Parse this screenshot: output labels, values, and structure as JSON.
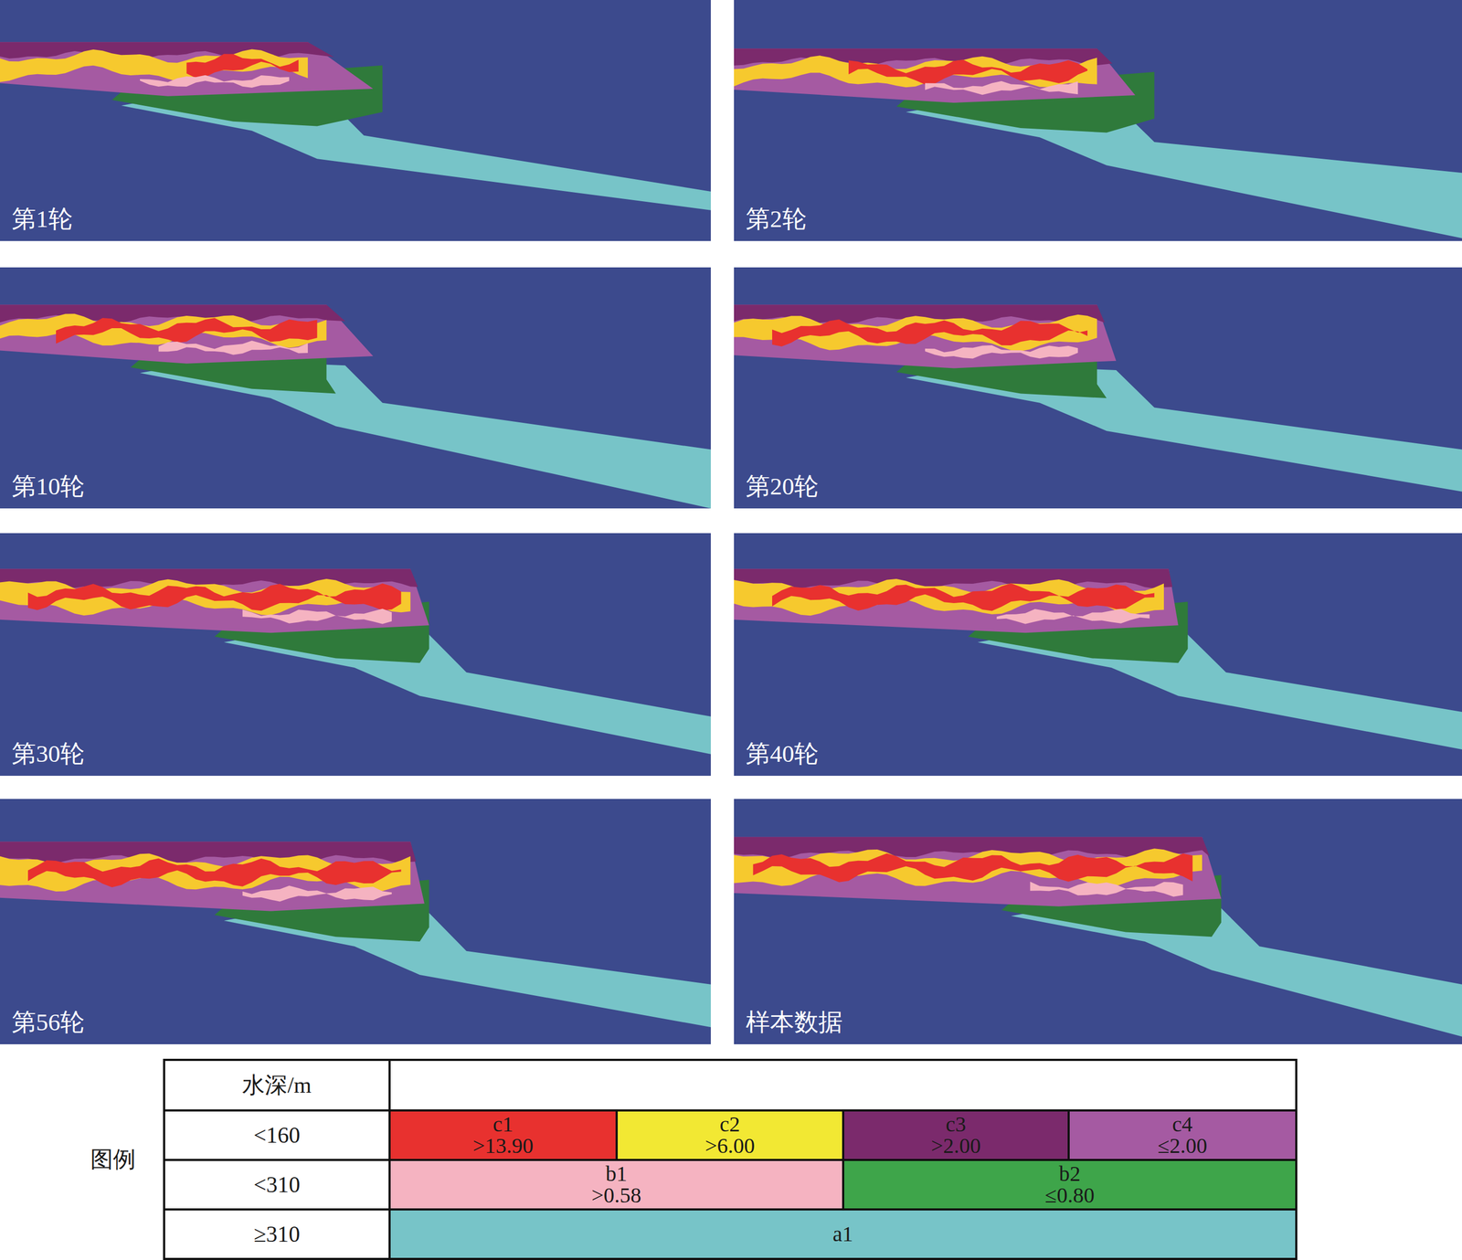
{
  "diagram": {
    "nodes": [
      {
        "text": [
          "第1轮"
        ]
      },
      {
        "text": [
          "第2轮"
        ]
      },
      {
        "text": [
          "第10轮"
        ]
      },
      {
        "text": [
          "第20轮"
        ]
      },
      {
        "text": [
          "第30轮"
        ]
      },
      {
        "text": [
          "第40轮"
        ]
      },
      {
        "text": [
          "第56轮"
        ]
      },
      {
        "text": [
          "样本数据"
        ]
      }
    ],
    "labels": [
      "水深/m",
      "<160",
      "<310",
      "≥310",
      "图例"
    ],
    "legend": [
      {
        "text": "c1 >13.90",
        "color": "#e8312f"
      },
      {
        "text": "c2 >6.00",
        "color": "#f2e833"
      },
      {
        "text": "c3 >2.00",
        "color": "#7b2a6c"
      },
      {
        "text": "c4 ≤2.00",
        "color": "#a55aa2"
      },
      {
        "text": "b1 >0.58",
        "color": "#f5b3c1"
      },
      {
        "text": "b2 ≤0.80",
        "color": "#3ea54a"
      },
      {
        "text": "a1",
        "color": "#77c4c8"
      }
    ]
  }
}
